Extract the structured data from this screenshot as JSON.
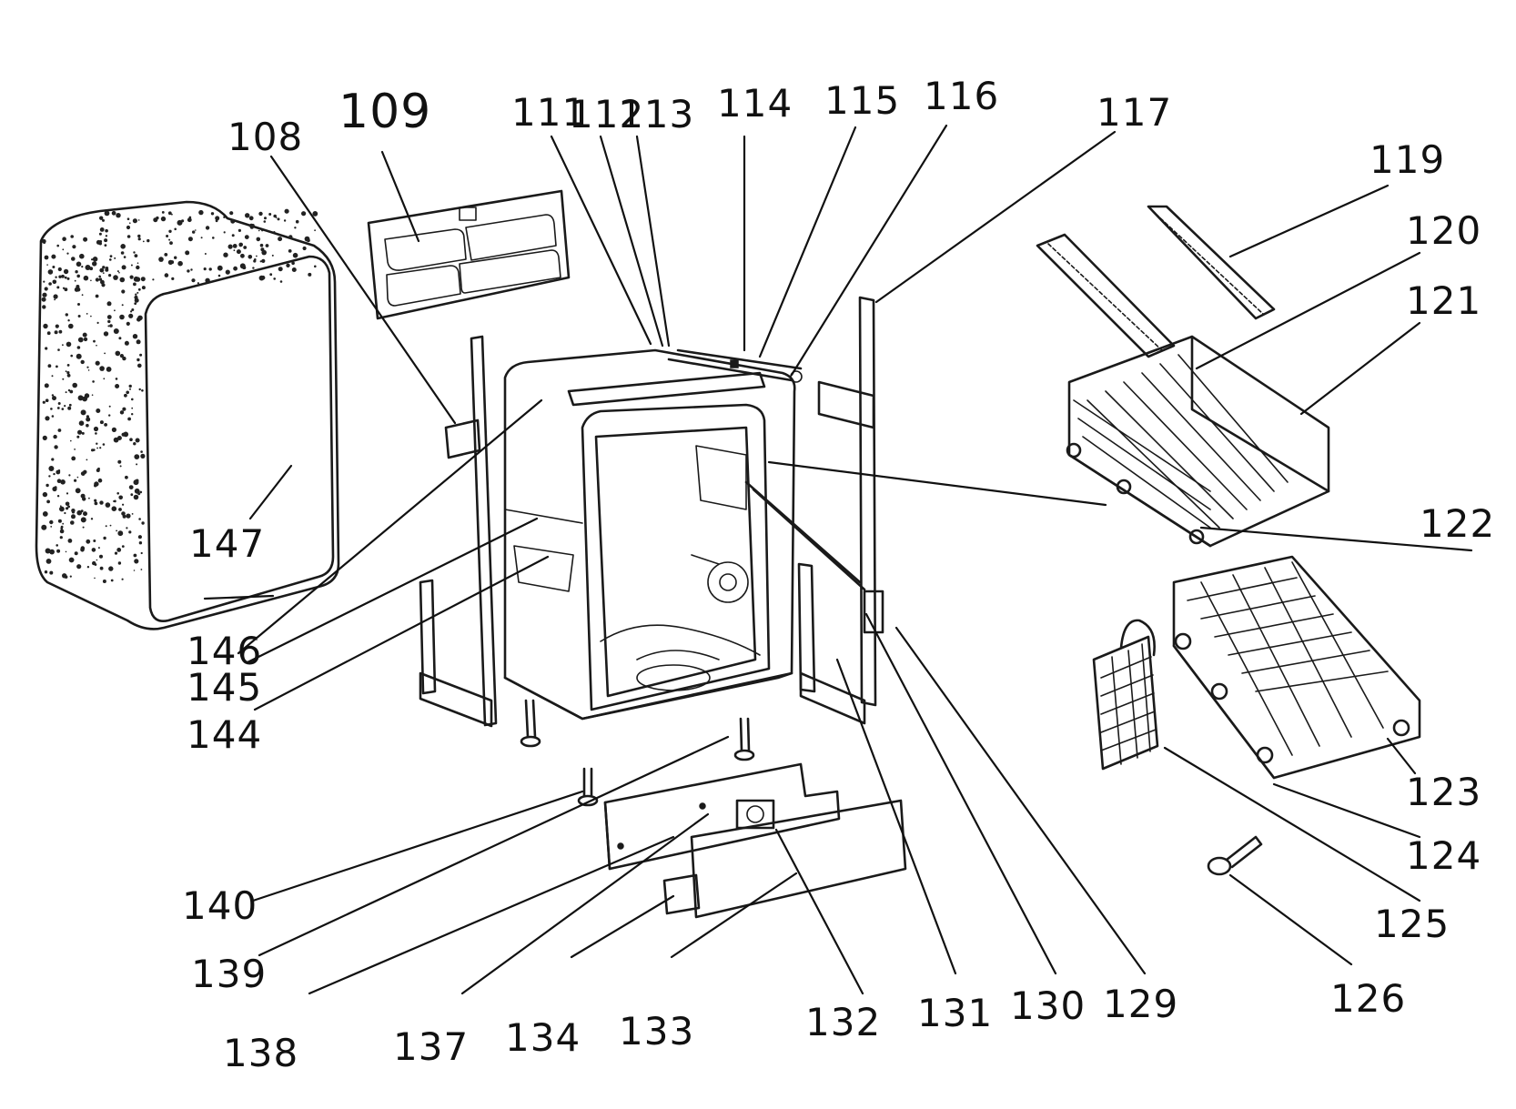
{
  "callouts": [
    {
      "id": "108",
      "text": "108"
    },
    {
      "id": "109",
      "text": "109"
    },
    {
      "id": "111",
      "text": "111"
    },
    {
      "id": "112",
      "text": "112"
    },
    {
      "id": "113",
      "text": "113"
    },
    {
      "id": "114",
      "text": "114"
    },
    {
      "id": "115",
      "text": "115"
    },
    {
      "id": "116",
      "text": "116"
    },
    {
      "id": "117",
      "text": "117"
    },
    {
      "id": "119",
      "text": "119"
    },
    {
      "id": "120",
      "text": "120"
    },
    {
      "id": "121",
      "text": "121"
    },
    {
      "id": "122",
      "text": "122"
    },
    {
      "id": "123",
      "text": "123"
    },
    {
      "id": "124",
      "text": "124"
    },
    {
      "id": "125",
      "text": "125"
    },
    {
      "id": "126",
      "text": "126"
    },
    {
      "id": "129",
      "text": "129"
    },
    {
      "id": "130",
      "text": "130"
    },
    {
      "id": "131",
      "text": "131"
    },
    {
      "id": "132",
      "text": "132"
    },
    {
      "id": "133",
      "text": "133"
    },
    {
      "id": "134",
      "text": "134"
    },
    {
      "id": "137",
      "text": "137"
    },
    {
      "id": "138",
      "text": "138"
    },
    {
      "id": "139",
      "text": "139"
    },
    {
      "id": "140",
      "text": "140"
    },
    {
      "id": "144",
      "text": "144"
    },
    {
      "id": "145",
      "text": "145"
    },
    {
      "id": "146",
      "text": "146"
    },
    {
      "id": "147",
      "text": "147"
    }
  ]
}
